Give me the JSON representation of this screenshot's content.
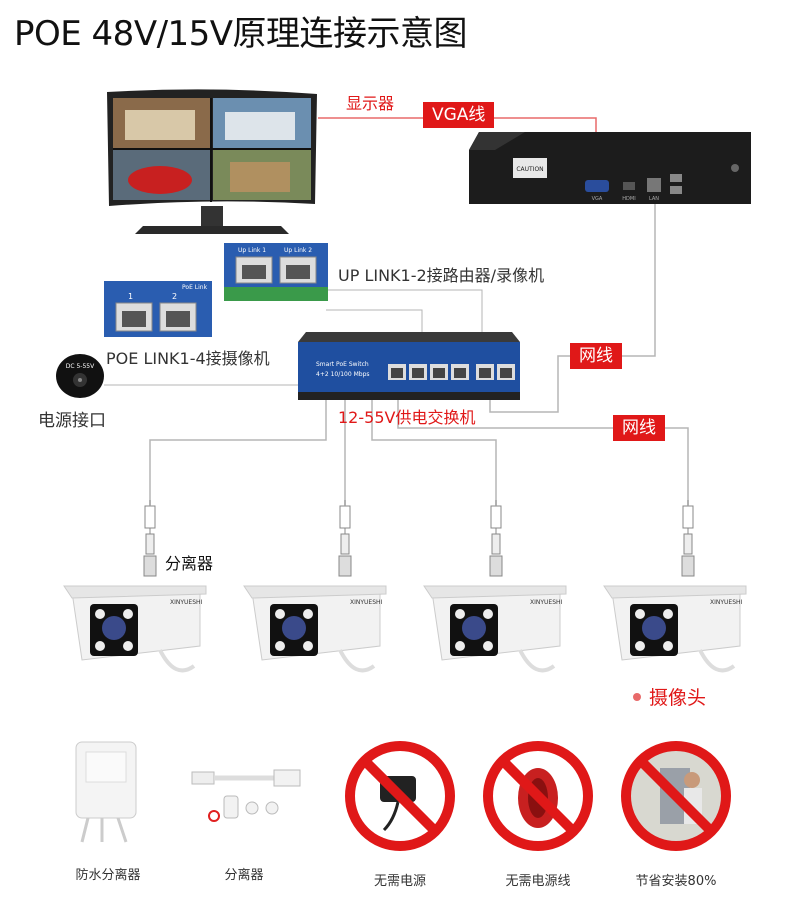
{
  "title": "POE 48V/15V原理连接示意图",
  "labels": {
    "monitor": "显示器",
    "vga_cable": "VGA线",
    "uplink": "UP LINK1-2接路由器/录像机",
    "poe_link": "POE LINK1-4接摄像机",
    "power_port": "电源接口",
    "switch": "12-55V供电交换机",
    "network_cable_1": "网线",
    "network_cable_2": "网线",
    "splitter": "分离器",
    "camera": "摄像头"
  },
  "device_text": {
    "power_jack": "DC 5-55V",
    "switch_model": "Smart PoE Switch",
    "switch_spec": "4+2 10/100 Mbps",
    "uplink_port_1": "Up Link 1",
    "uplink_port_2": "Up Link 2",
    "poe_panel_title": "PoE Link",
    "poe_port_1": "1",
    "poe_port_2": "2",
    "camera_brand": "XINYUESHI",
    "nvr_vga": "VGA",
    "nvr_hdmi": "HDMI",
    "nvr_lan": "LAN",
    "nvr_caution": "CAUTION"
  },
  "bottom_items": [
    {
      "name": "waterproof-splitter",
      "caption": "防水分离器"
    },
    {
      "name": "splitter",
      "caption": "分离器"
    },
    {
      "name": "no-power-supply",
      "caption": "无需电源"
    },
    {
      "name": "no-power-cable",
      "caption": "无需电源线"
    },
    {
      "name": "install-savings",
      "caption": "节省安装80%"
    }
  ],
  "colors": {
    "accent_red": "#e01818",
    "switch_blue": "#1f4fa0",
    "cable_gray": "#b5b5b5",
    "cable_red": "#e03a3a"
  }
}
